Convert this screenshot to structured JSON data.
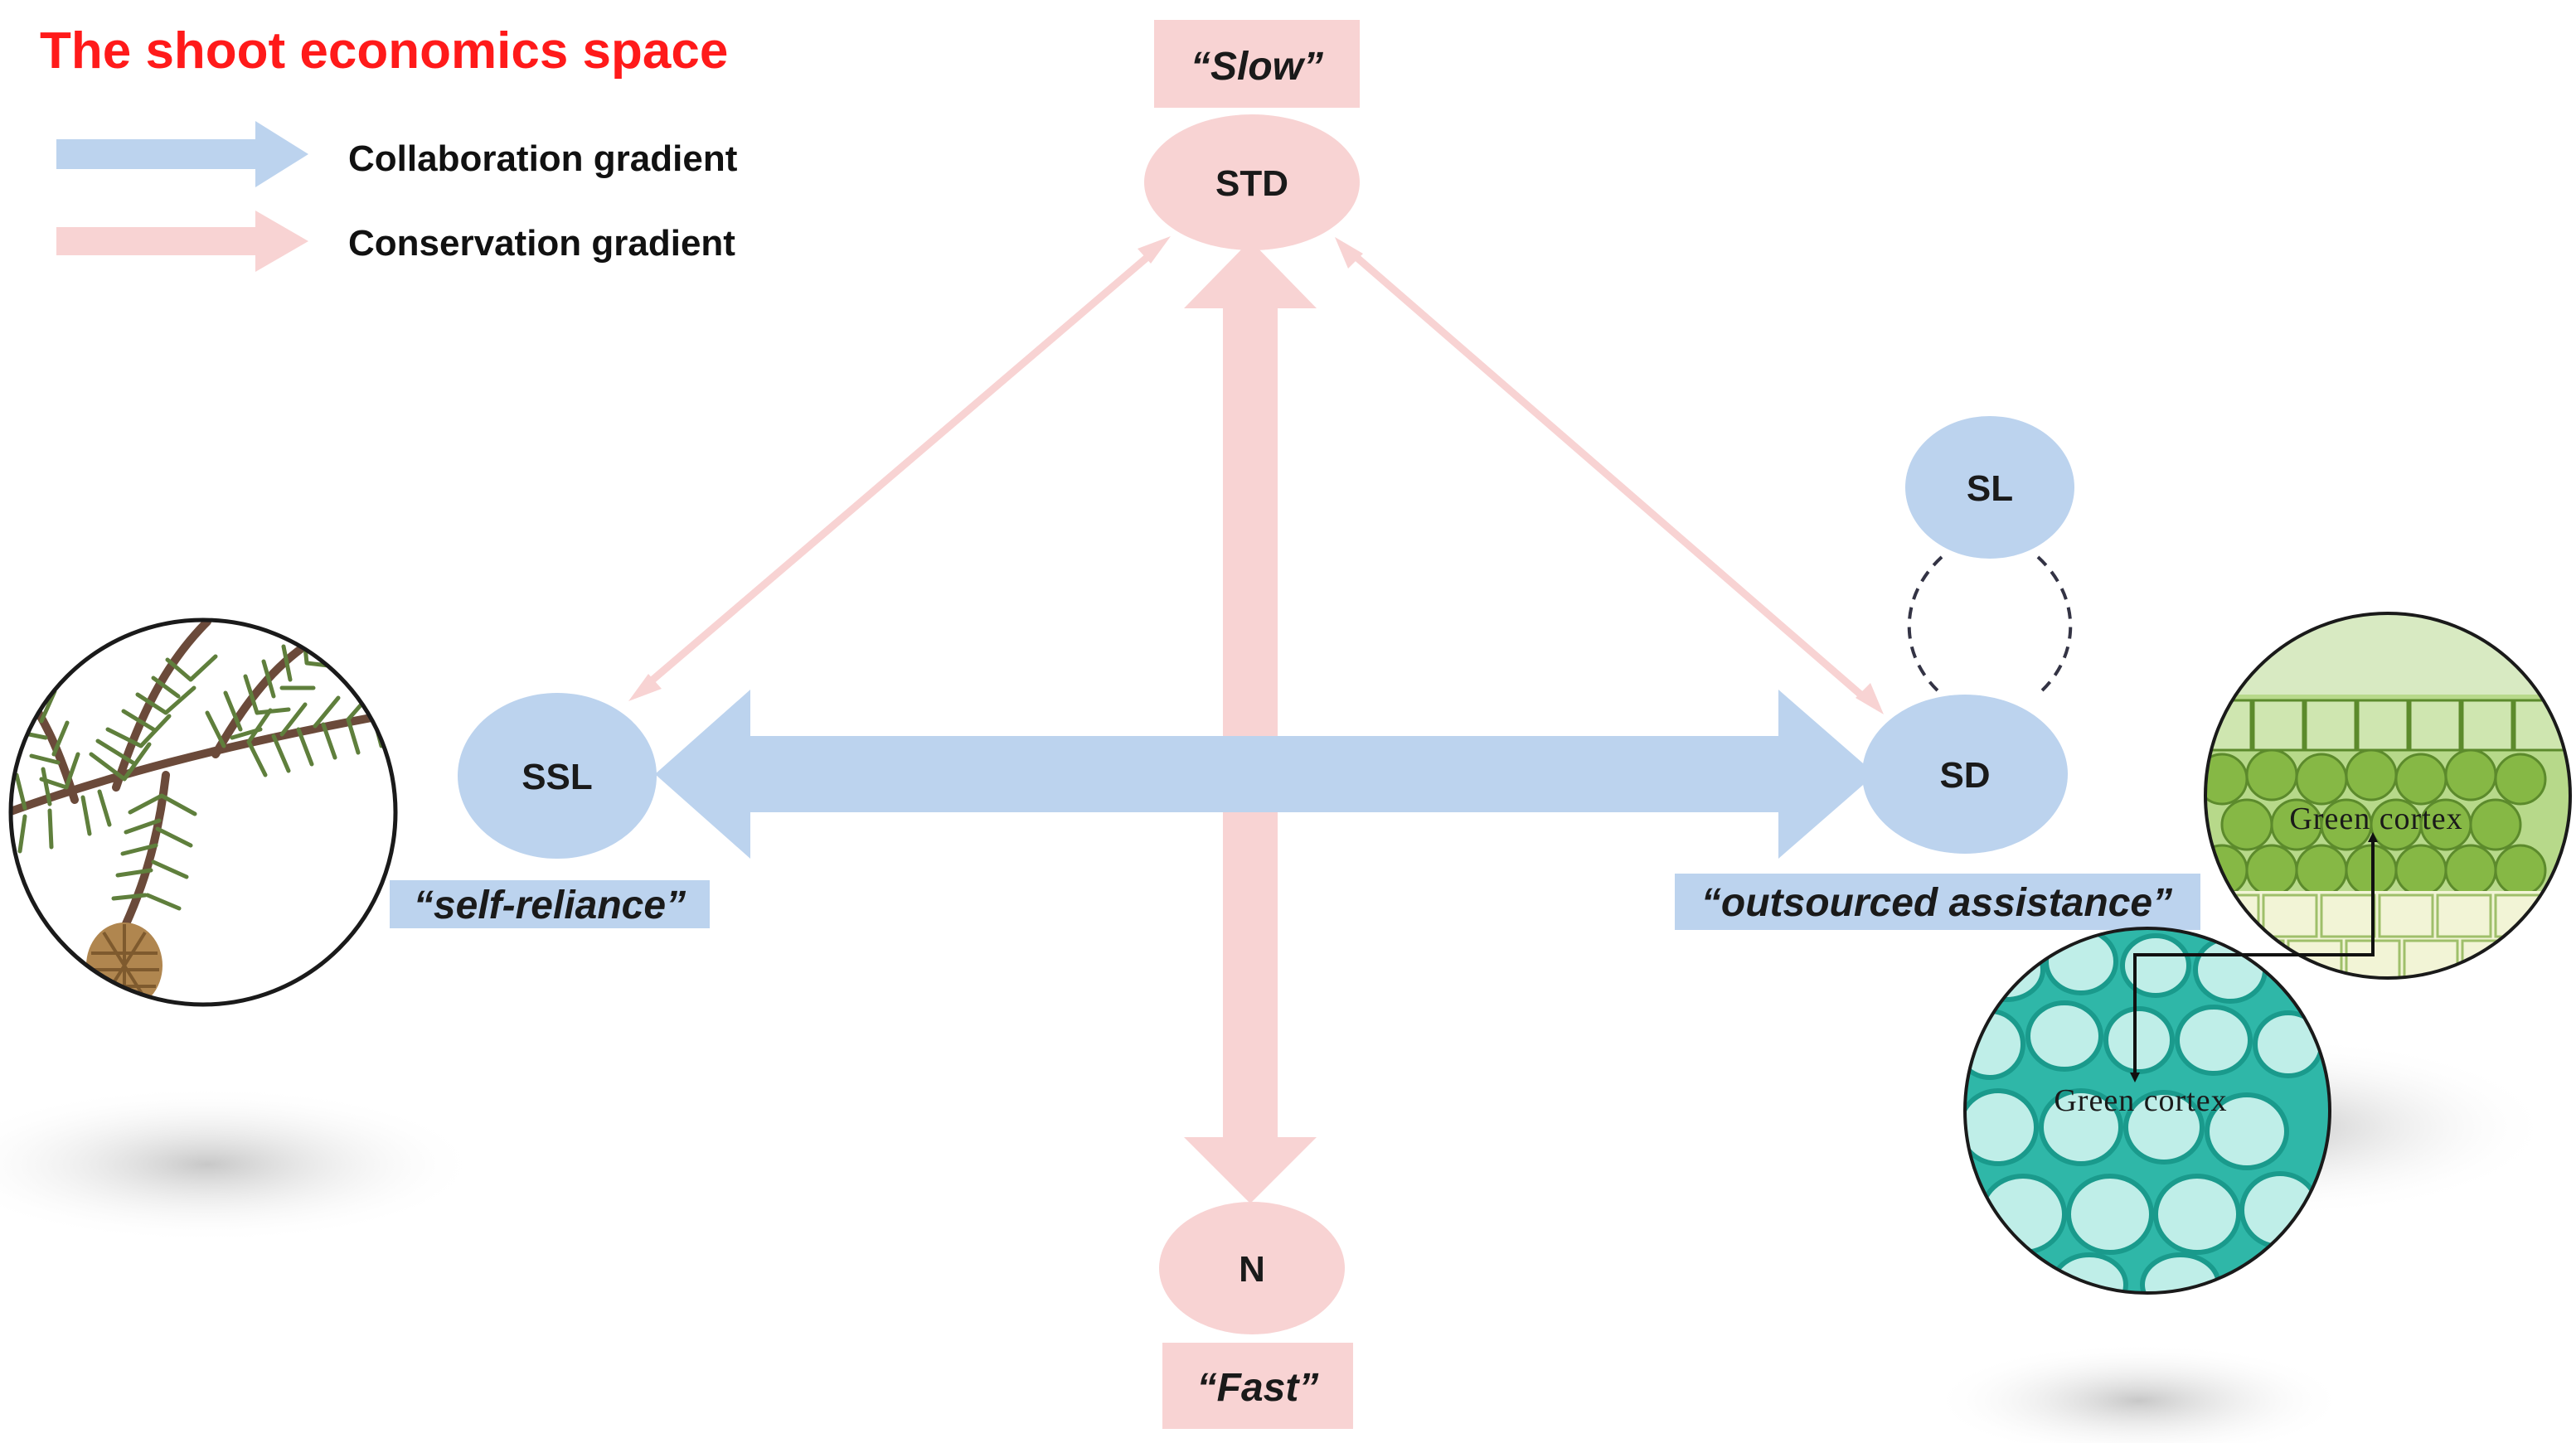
{
  "title": "The shoot economics space",
  "legend": {
    "collaboration": "Collaboration gradient",
    "conservation": "Conservation gradient"
  },
  "nodes": {
    "std": "STD",
    "n": "N",
    "ssl": "SSL",
    "sd": "SD",
    "sl": "SL"
  },
  "labels": {
    "slow": "“Slow”",
    "fast": "“Fast”",
    "self_reliance": "“self-reliance”",
    "outsourced": "“outsourced assistance”"
  },
  "micrographs": {
    "top_label": "Green cortex",
    "bottom_label": "Green cortex"
  },
  "colors": {
    "blue": "#bcd3ee",
    "pink": "#f8d3d3",
    "title_red": "#ff1a1a"
  }
}
